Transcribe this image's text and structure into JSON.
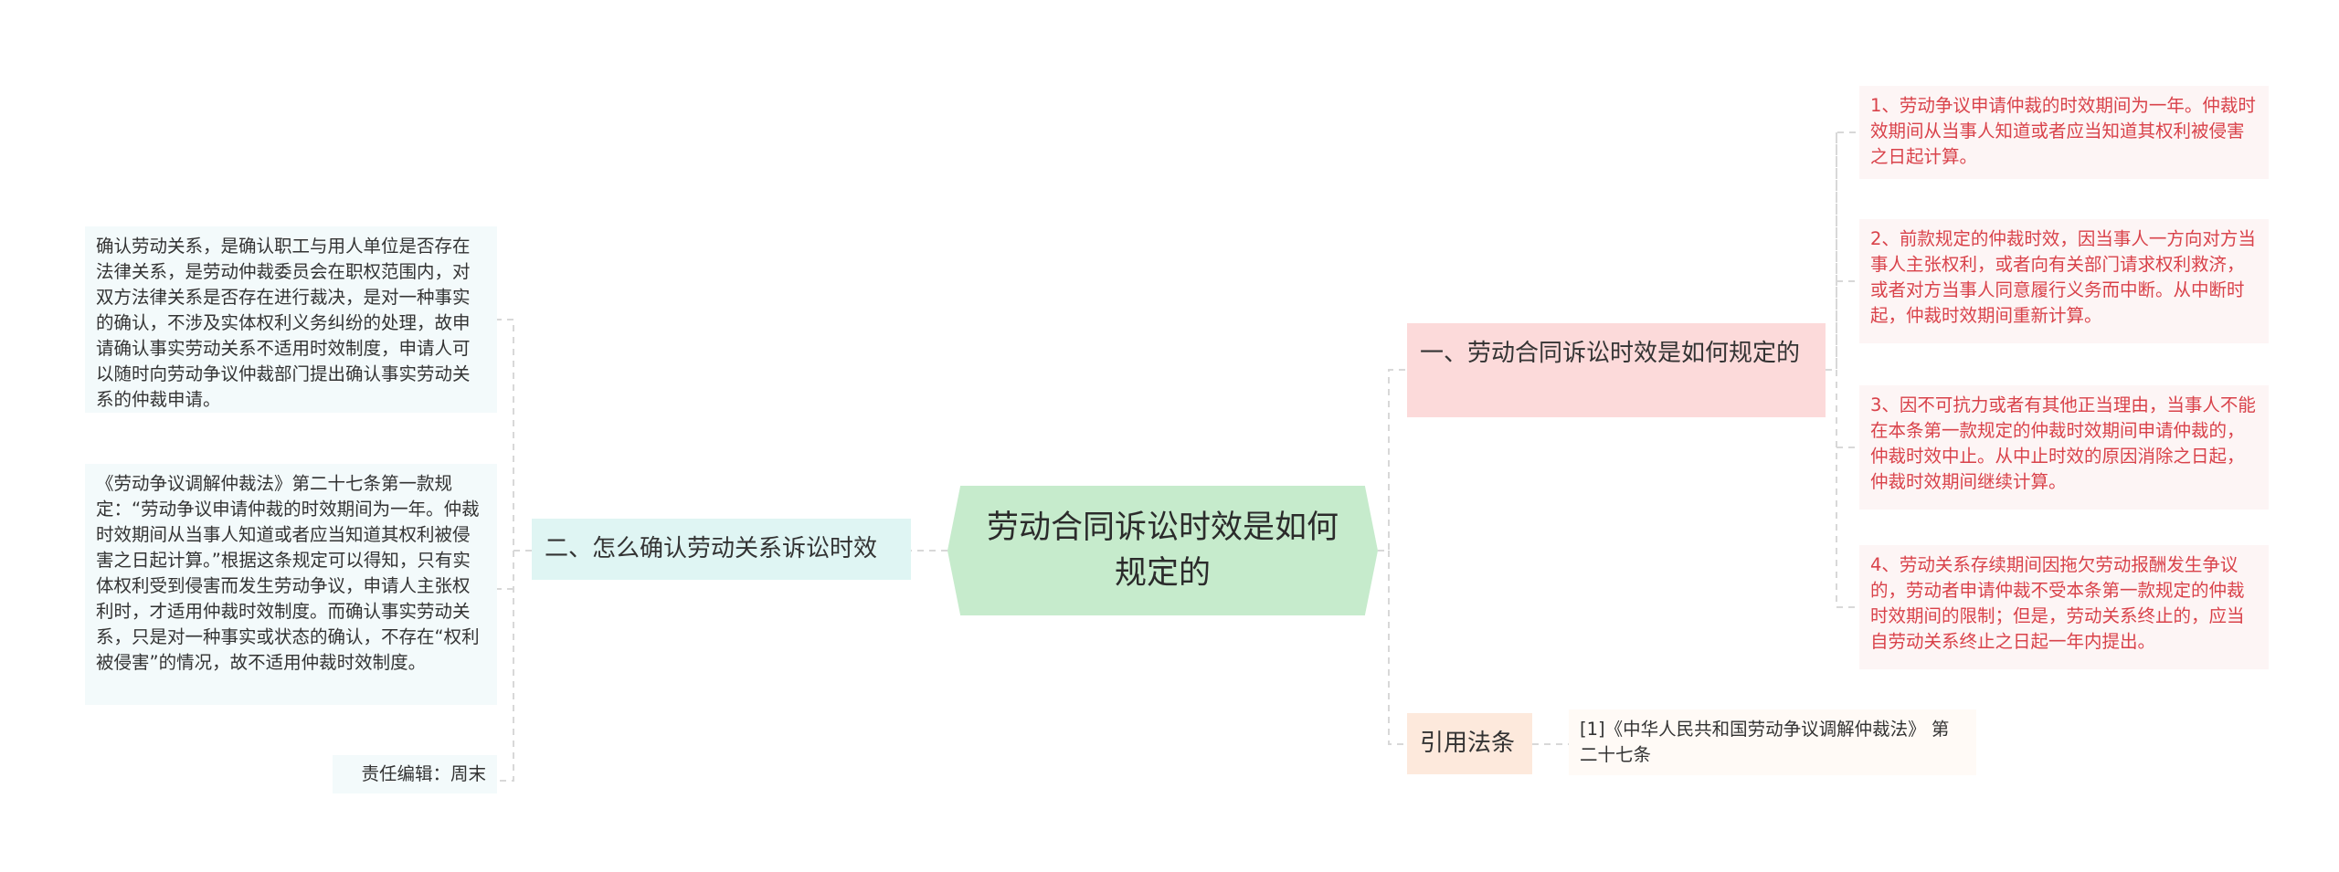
{
  "center": {
    "title": "劳动合同诉讼时效是如何规定的"
  },
  "right": {
    "branch1": {
      "title": "一、劳动合同诉讼时效是如何规定的",
      "items": [
        "1、劳动争议申请仲裁的时效期间为一年。仲裁时效期间从当事人知道或者应当知道其权利被侵害之日起计算。",
        "2、前款规定的仲裁时效，因当事人一方向对方当事人主张权利，或者向有关部门请求权利救济，或者对方当事人同意履行义务而中断。从中断时起，仲裁时效期间重新计算。",
        "3、因不可抗力或者有其他正当理由，当事人不能在本条第一款规定的仲裁时效期间申请仲裁的，仲裁时效中止。从中止时效的原因消除之日起，仲裁时效期间继续计算。",
        "4、劳动关系存续期间因拖欠劳动报酬发生争议的，劳动者申请仲裁不受本条第一款规定的仲裁时效期间的限制；但是，劳动关系终止的，应当自劳动关系终止之日起一年内提出。"
      ]
    },
    "citation": {
      "title": "引用法条",
      "item": "[1]《中华人民共和国劳动争议调解仲裁法》 第二十七条"
    }
  },
  "left": {
    "branch2": {
      "title": "二、怎么确认劳动关系诉讼时效",
      "items": [
        "确认劳动关系，是确认职工与用人单位是否存在法律关系，是劳动仲裁委员会在职权范围内，对双方法律关系是否存在进行裁决，是对一种事实的确认，不涉及实体权利义务纠纷的处理，故申请确认事实劳动关系不适用时效制度，申请人可以随时向劳动争议仲裁部门提出确认事实劳动关系的仲裁申请。",
        "《劳动争议调解仲裁法》第二十七条第一款规定：“劳动争议申请仲裁的时效期间为一年。仲裁时效期间从当事人知道或者应当知道其权利被侵害之日起计算。”根据这条规定可以得知，只有实体权利受到侵害而发生劳动争议，申请人主张权利时，才适用仲裁时效制度。而确认事实劳动关系，只是对一种事实或状态的确认，不存在“权利被侵害”的情况，故不适用仲裁时效制度。"
      ],
      "editor": "责任编辑：周末"
    }
  },
  "colors": {
    "center": "#c6ebcc",
    "branch_right": "#fcdada",
    "branch_left": "#dff5f3",
    "branch_cite": "#fde9dc",
    "leaf_red_text": "#d9424a",
    "connector": "#d8d8d8"
  }
}
